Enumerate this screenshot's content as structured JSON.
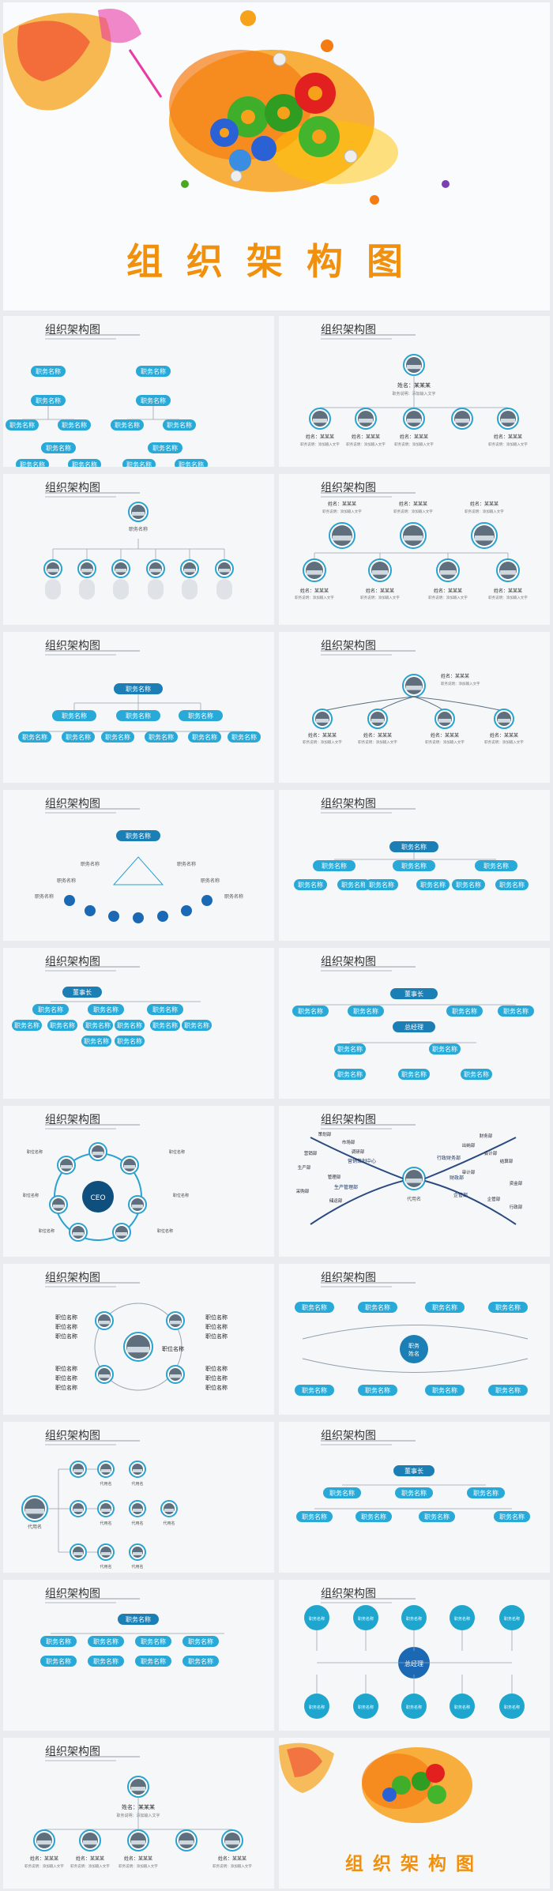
{
  "hero": {
    "title": "组织架构图"
  },
  "slide_title": "组织架构图",
  "labels": {
    "job": "职务名称",
    "name": "姓名：某某某",
    "desc": "职务说明：添加输入文字",
    "position": "职位名称",
    "proxy": "代用名",
    "chairman": "董事长",
    "gm": "总经理",
    "ceo": "CEO",
    "job_wrap": "职务姓名",
    "gm_short": "总经理"
  },
  "mindmap": {
    "center": "代用名",
    "left": [
      "策划部",
      "市场部",
      "营销部",
      "调研部",
      "生产部",
      "管理部",
      "采购部",
      "储运部"
    ],
    "left_hubs": [
      "营销策划中心",
      "生产管理部"
    ],
    "right": [
      "财务部",
      "出纳部",
      "会计部",
      "结算部",
      "审计部",
      "资金部",
      "企管部",
      "行政部"
    ],
    "right_hubs": [
      "行政财务部",
      "财政部",
      "企管部"
    ]
  },
  "final": {
    "title": "组织架构图"
  }
}
